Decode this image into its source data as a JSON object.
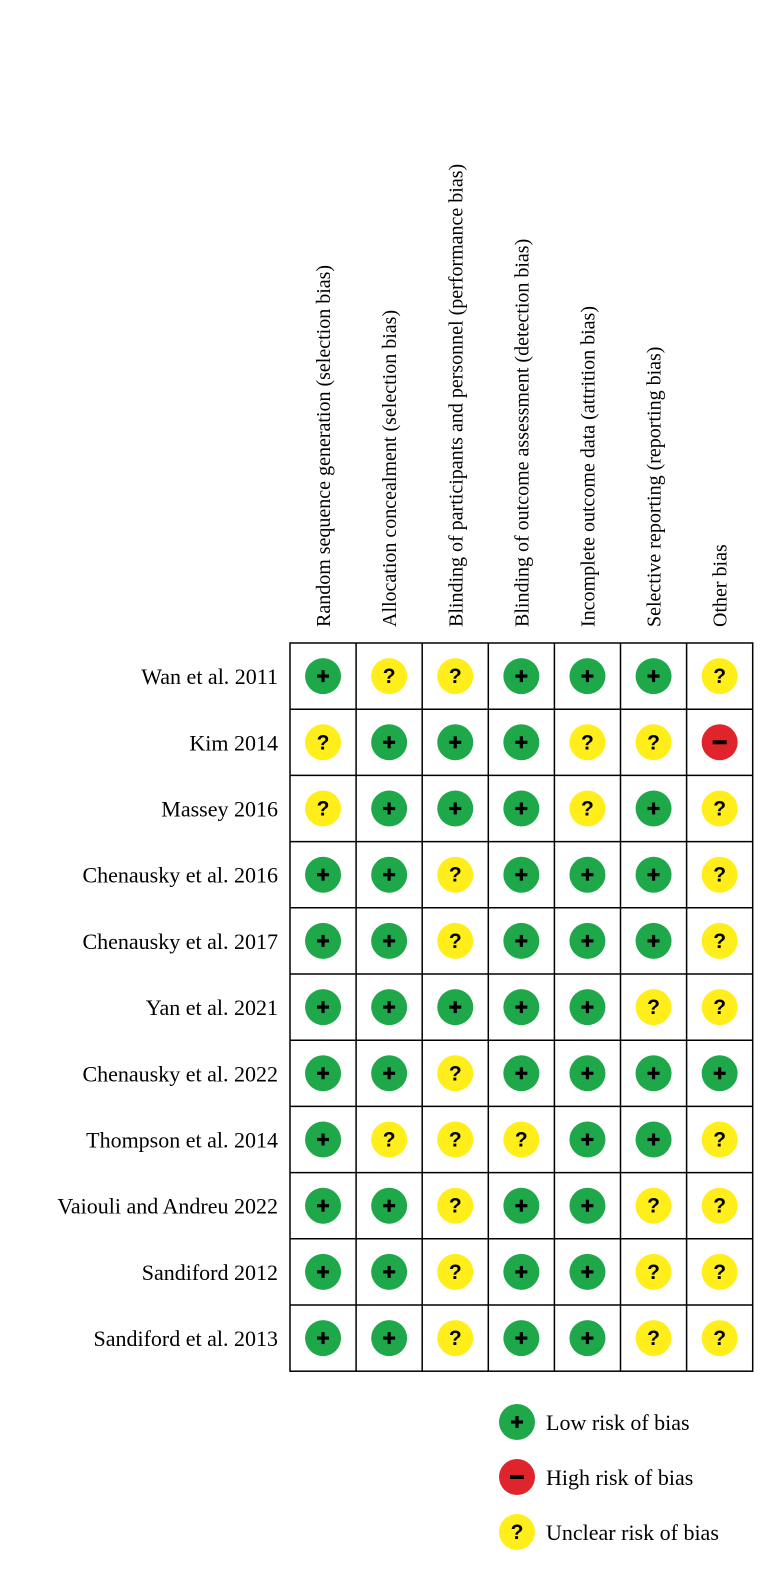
{
  "chart_data": {
    "type": "table",
    "columns": [
      "Random sequence generation (selection bias)",
      "Allocation concealment (selection bias)",
      "Blinding of participants and personnel (performance bias)",
      "Blinding of outcome assessment (detection bias)",
      "Incomplete outcome data (attrition bias)",
      "Selective reporting (reporting bias)",
      "Other bias"
    ],
    "rows": [
      {
        "study": "Wan et al. 2011",
        "ratings": [
          "low",
          "unclear",
          "unclear",
          "low",
          "low",
          "low",
          "unclear"
        ]
      },
      {
        "study": "Kim 2014",
        "ratings": [
          "unclear",
          "low",
          "low",
          "low",
          "unclear",
          "unclear",
          "high"
        ]
      },
      {
        "study": "Massey 2016",
        "ratings": [
          "unclear",
          "low",
          "low",
          "low",
          "unclear",
          "low",
          "unclear"
        ]
      },
      {
        "study": "Chenausky et al. 2016",
        "ratings": [
          "low",
          "low",
          "unclear",
          "low",
          "low",
          "low",
          "unclear"
        ]
      },
      {
        "study": "Chenausky et al. 2017",
        "ratings": [
          "low",
          "low",
          "unclear",
          "low",
          "low",
          "low",
          "unclear"
        ]
      },
      {
        "study": "Yan et al. 2021",
        "ratings": [
          "low",
          "low",
          "low",
          "low",
          "low",
          "unclear",
          "unclear"
        ]
      },
      {
        "study": "Chenausky et al. 2022",
        "ratings": [
          "low",
          "low",
          "unclear",
          "low",
          "low",
          "low",
          "low"
        ]
      },
      {
        "study": "Thompson et al. 2014",
        "ratings": [
          "low",
          "unclear",
          "unclear",
          "unclear",
          "low",
          "low",
          "unclear"
        ]
      },
      {
        "study": "Vaiouli and Andreu 2022",
        "ratings": [
          "low",
          "low",
          "unclear",
          "low",
          "low",
          "unclear",
          "unclear"
        ]
      },
      {
        "study": "Sandiford 2012",
        "ratings": [
          "low",
          "low",
          "unclear",
          "low",
          "low",
          "unclear",
          "unclear"
        ]
      },
      {
        "study": "Sandiford et al. 2013",
        "ratings": [
          "low",
          "low",
          "unclear",
          "low",
          "low",
          "unclear",
          "unclear"
        ]
      }
    ],
    "legend": [
      {
        "key": "low",
        "label": "Low risk of bias"
      },
      {
        "key": "high",
        "label": "High risk of bias"
      },
      {
        "key": "unclear",
        "label": "Unclear risk of bias"
      }
    ],
    "legend_position": "bottom-right"
  },
  "ratings_style": {
    "low": {
      "color": "#1fa84a",
      "symbol": "+",
      "icon": "plus-icon"
    },
    "unclear": {
      "color": "#ffee1a",
      "symbol": "?",
      "icon": "question-icon"
    },
    "high": {
      "color": "#e0242c",
      "symbol": "−",
      "icon": "minus-icon"
    }
  }
}
